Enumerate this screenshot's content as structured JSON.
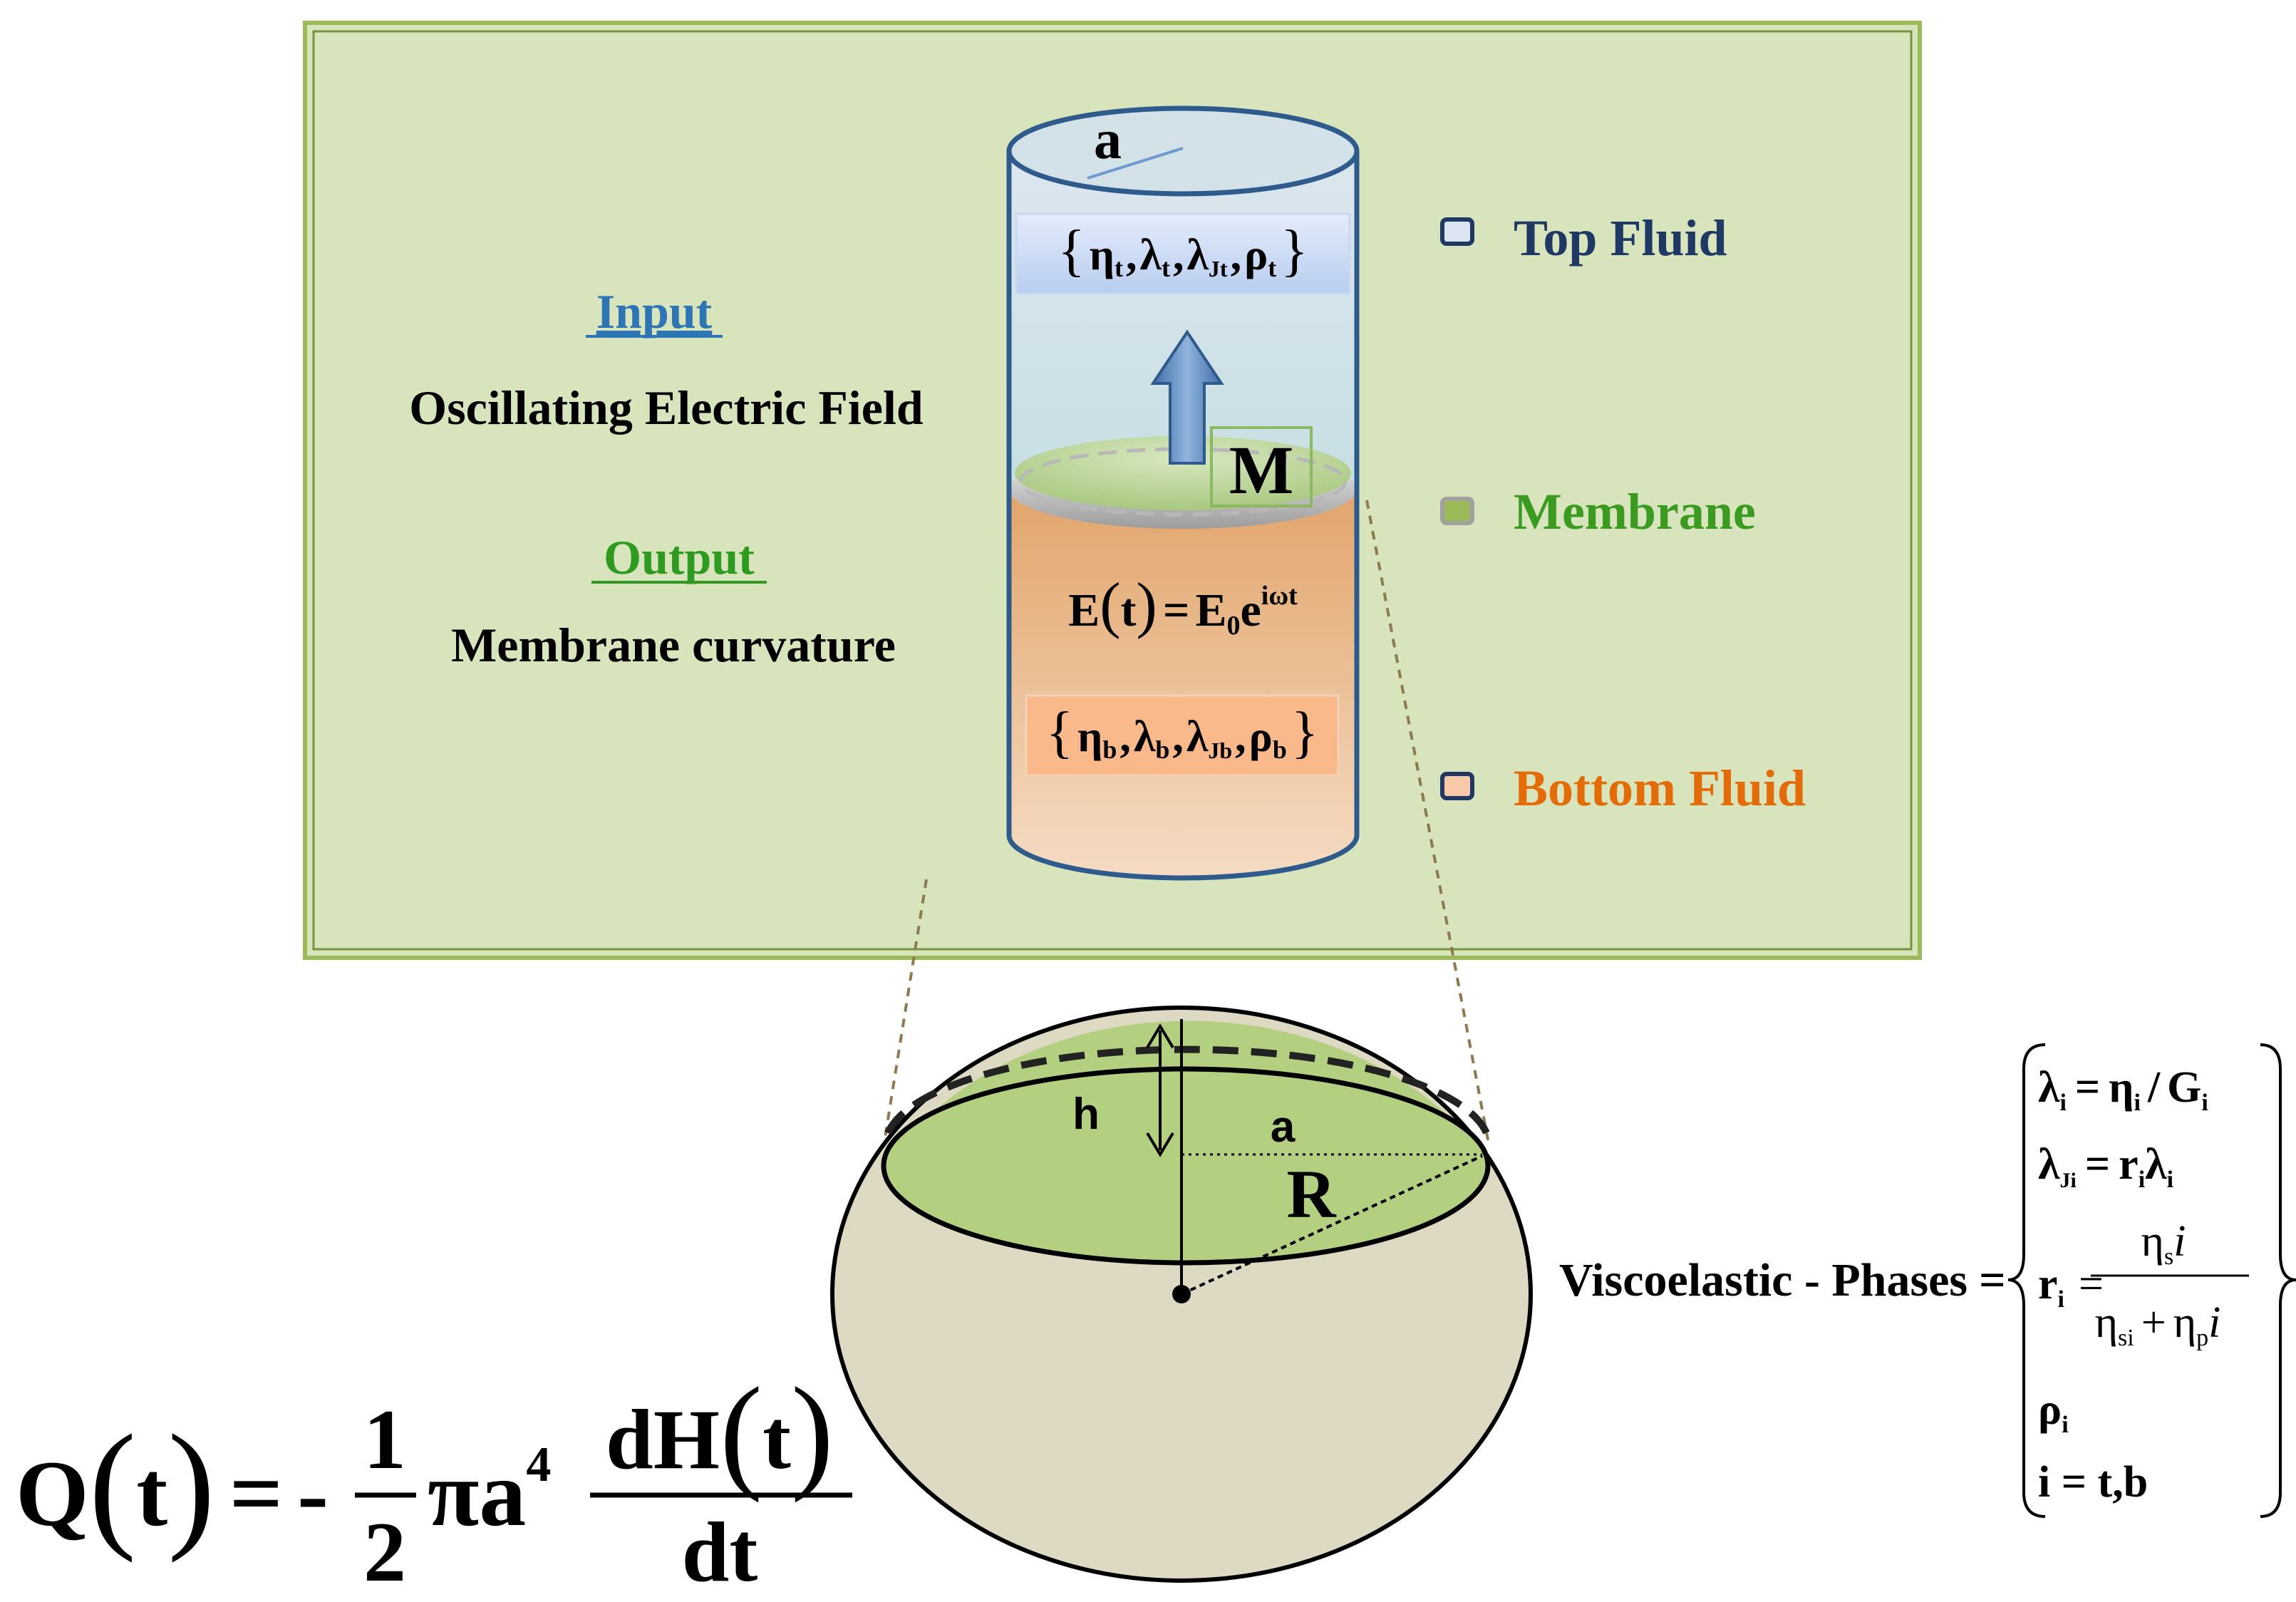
{
  "colors": {
    "panel_fill": "#d8e4bc",
    "panel_border": "#76923c",
    "top_fluid": "#1f3864",
    "membrane": "#3a9b20",
    "bottom_fluid": "#e36c09",
    "input_label": "#2e75b6",
    "output_label": "#2e9b20",
    "cylinder_edge": "#2e5a8c",
    "bottom_fill": "#f5cba0",
    "cap_fill": "#b3cf80",
    "sphere_fill": "#ddd9c3"
  },
  "panel": {
    "input_heading": "Input",
    "input_text": "Oscillating Electric Field",
    "output_heading": "Output",
    "output_text": "Membrane curvature"
  },
  "legend": {
    "top_fluid": "Top Fluid",
    "membrane": "Membrane",
    "bottom_fluid": "Bottom Fluid"
  },
  "cylinder": {
    "radius_label": "a",
    "membrane_label": "M",
    "top_params": {
      "open": "{",
      "close": "}",
      "eta": "η",
      "eta_sub": "t",
      "lambda": "λ",
      "lambda_sub": "t",
      "lambdaJ": "λ",
      "lambdaJ_sub": "Jt",
      "rho": "ρ",
      "rho_sub": "t",
      "comma": ","
    },
    "bottom_params": {
      "open": "{",
      "close": "}",
      "eta": "η",
      "eta_sub": "b",
      "lambda": "λ",
      "lambda_sub": "b",
      "lambdaJ": "λ",
      "lambdaJ_sub": "Jb",
      "rho": "ρ",
      "rho_sub": "b",
      "comma": ","
    },
    "field_eq": {
      "lhs": "E",
      "lparen": "(",
      "var": "t",
      "rparen": ")",
      "eq": "=",
      "rhs": "E",
      "rhs_sub": "0",
      "exp_base": "e",
      "exp": "iωt"
    }
  },
  "cap": {
    "h_label": "h",
    "a_label": "a",
    "R_label": "R"
  },
  "flux_eq": {
    "lhs": "Q",
    "lparen": "(",
    "var": "t",
    "rparen": ")",
    "eq": "=",
    "minus": "-",
    "num": "1",
    "den": "2",
    "pi_a": "πa",
    "pow": "4",
    "dH": "dH",
    "dH_lparen": "(",
    "dH_var": "t",
    "dH_rparen": ")",
    "dt": "dt"
  },
  "phases": {
    "label": "Viscoelastic - Phases",
    "eq": "=",
    "l1_a": "λ",
    "l1_a_sub": "i",
    "l1_eq": "=",
    "l1_b": "η",
    "l1_b_sub": "i",
    "l1_slash": "/",
    "l1_c": "G",
    "l1_c_sub": "i",
    "l2_a": "λ",
    "l2_a_sub": "Ji",
    "l2_eq": "=",
    "l2_b": "r",
    "l2_b_sub": "i",
    "l2_c": "λ",
    "l2_c_sub": "i",
    "l3_a": "r",
    "l3_a_sub": "i",
    "l3_eq": "=",
    "l3_num": "η",
    "l3_num_sub": "s",
    "l3_num_i": "i",
    "l3_den_a": "η",
    "l3_den_a_sub": "si",
    "l3_plus": "+",
    "l3_den_b": "η",
    "l3_den_b_sub": "p",
    "l3_den_i": "i",
    "l4_a": "ρ",
    "l4_a_sub": "i",
    "l5": "i = t,b"
  }
}
